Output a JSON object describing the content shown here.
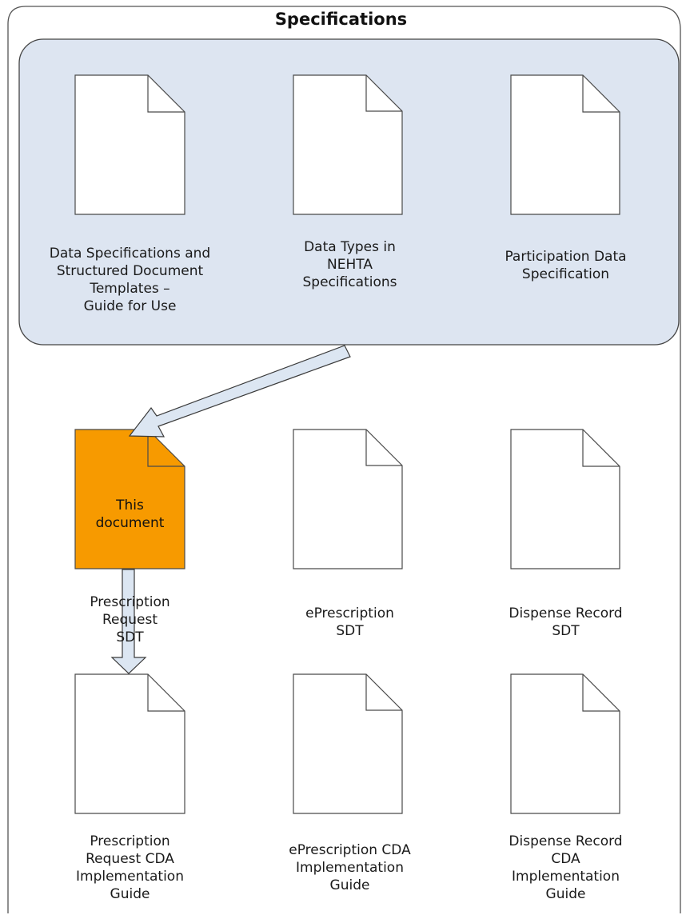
{
  "title": "Specifications",
  "colors": {
    "outer_border": "#555555",
    "group_fill": "#dde5f1",
    "group_border": "#444444",
    "doc_fill": "#ffffff",
    "doc_border": "#4a4a4a",
    "highlight_fill": "#f79a00",
    "arrow_fill": "#dce6f2",
    "arrow_border": "#3a3a3a"
  },
  "foundation_docs": [
    {
      "label": "Data Specifications   and\nStructured Document\nTemplates –\nGuide for Use"
    },
    {
      "label": "Data Types in\nNEHTA\nSpecifications"
    },
    {
      "label": "Participation Data\nSpecification"
    }
  ],
  "sdt_docs": [
    {
      "label": "Prescription\nRequest\nSDT",
      "inner_text": "This\ndocument",
      "highlight": true
    },
    {
      "label": "ePrescription\nSDT"
    },
    {
      "label": "Dispense Record\nSDT"
    }
  ],
  "cda_docs": [
    {
      "label": "Prescription\nRequest CDA\nImplementation\nGuide"
    },
    {
      "label": "ePrescription CDA\nImplementation\nGuide"
    },
    {
      "label": "Dispense Record\nCDA\nImplementation\nGuide"
    }
  ]
}
